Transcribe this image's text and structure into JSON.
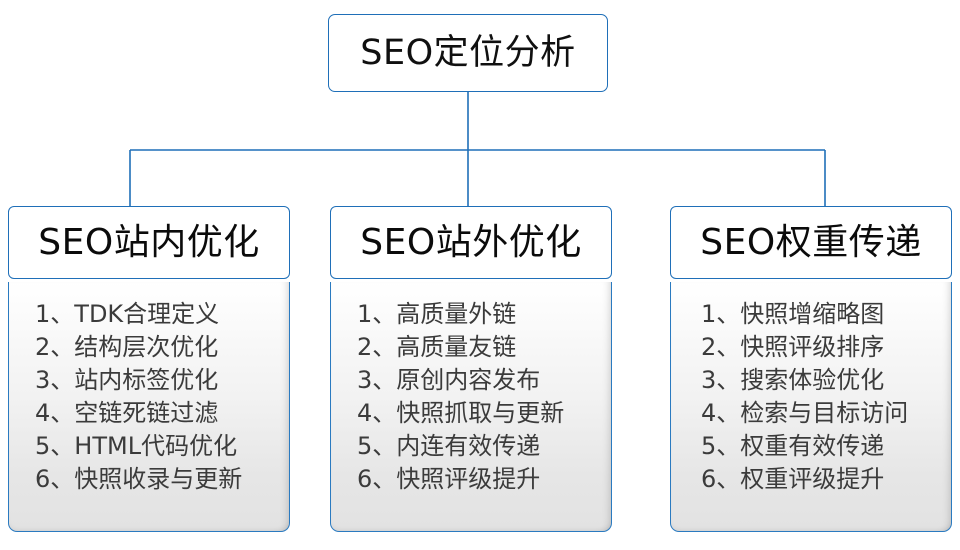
{
  "diagram": {
    "title": "SEO定位分析",
    "accent_color": "#1f6fb8",
    "separator": "、",
    "branches": [
      {
        "header": "SEO站内优化",
        "items": [
          {
            "index": "1",
            "text": "TDK合理定义"
          },
          {
            "index": "2",
            "text": "结构层次优化"
          },
          {
            "index": "3",
            "text": "站内标签优化"
          },
          {
            "index": "4",
            "text": "空链死链过滤"
          },
          {
            "index": "5",
            "text": "HTML代码优化"
          },
          {
            "index": "6",
            "text": "快照收录与更新"
          }
        ]
      },
      {
        "header": "SEO站外优化",
        "items": [
          {
            "index": "1",
            "text": "高质量外链"
          },
          {
            "index": "2",
            "text": "高质量友链"
          },
          {
            "index": "3",
            "text": "原创内容发布"
          },
          {
            "index": "4",
            "text": "快照抓取与更新"
          },
          {
            "index": "5",
            "text": "内连有效传递"
          },
          {
            "index": "6",
            "text": "快照评级提升"
          }
        ]
      },
      {
        "header": "SEO权重传递",
        "items": [
          {
            "index": "1",
            "text": "快照增缩略图"
          },
          {
            "index": "2",
            "text": "快照评级排序"
          },
          {
            "index": "3",
            "text": "搜索体验优化"
          },
          {
            "index": "4",
            "text": "检索与目标访问"
          },
          {
            "index": "5",
            "text": "权重有效传递"
          },
          {
            "index": "6",
            "text": "权重评级提升"
          }
        ]
      }
    ]
  }
}
